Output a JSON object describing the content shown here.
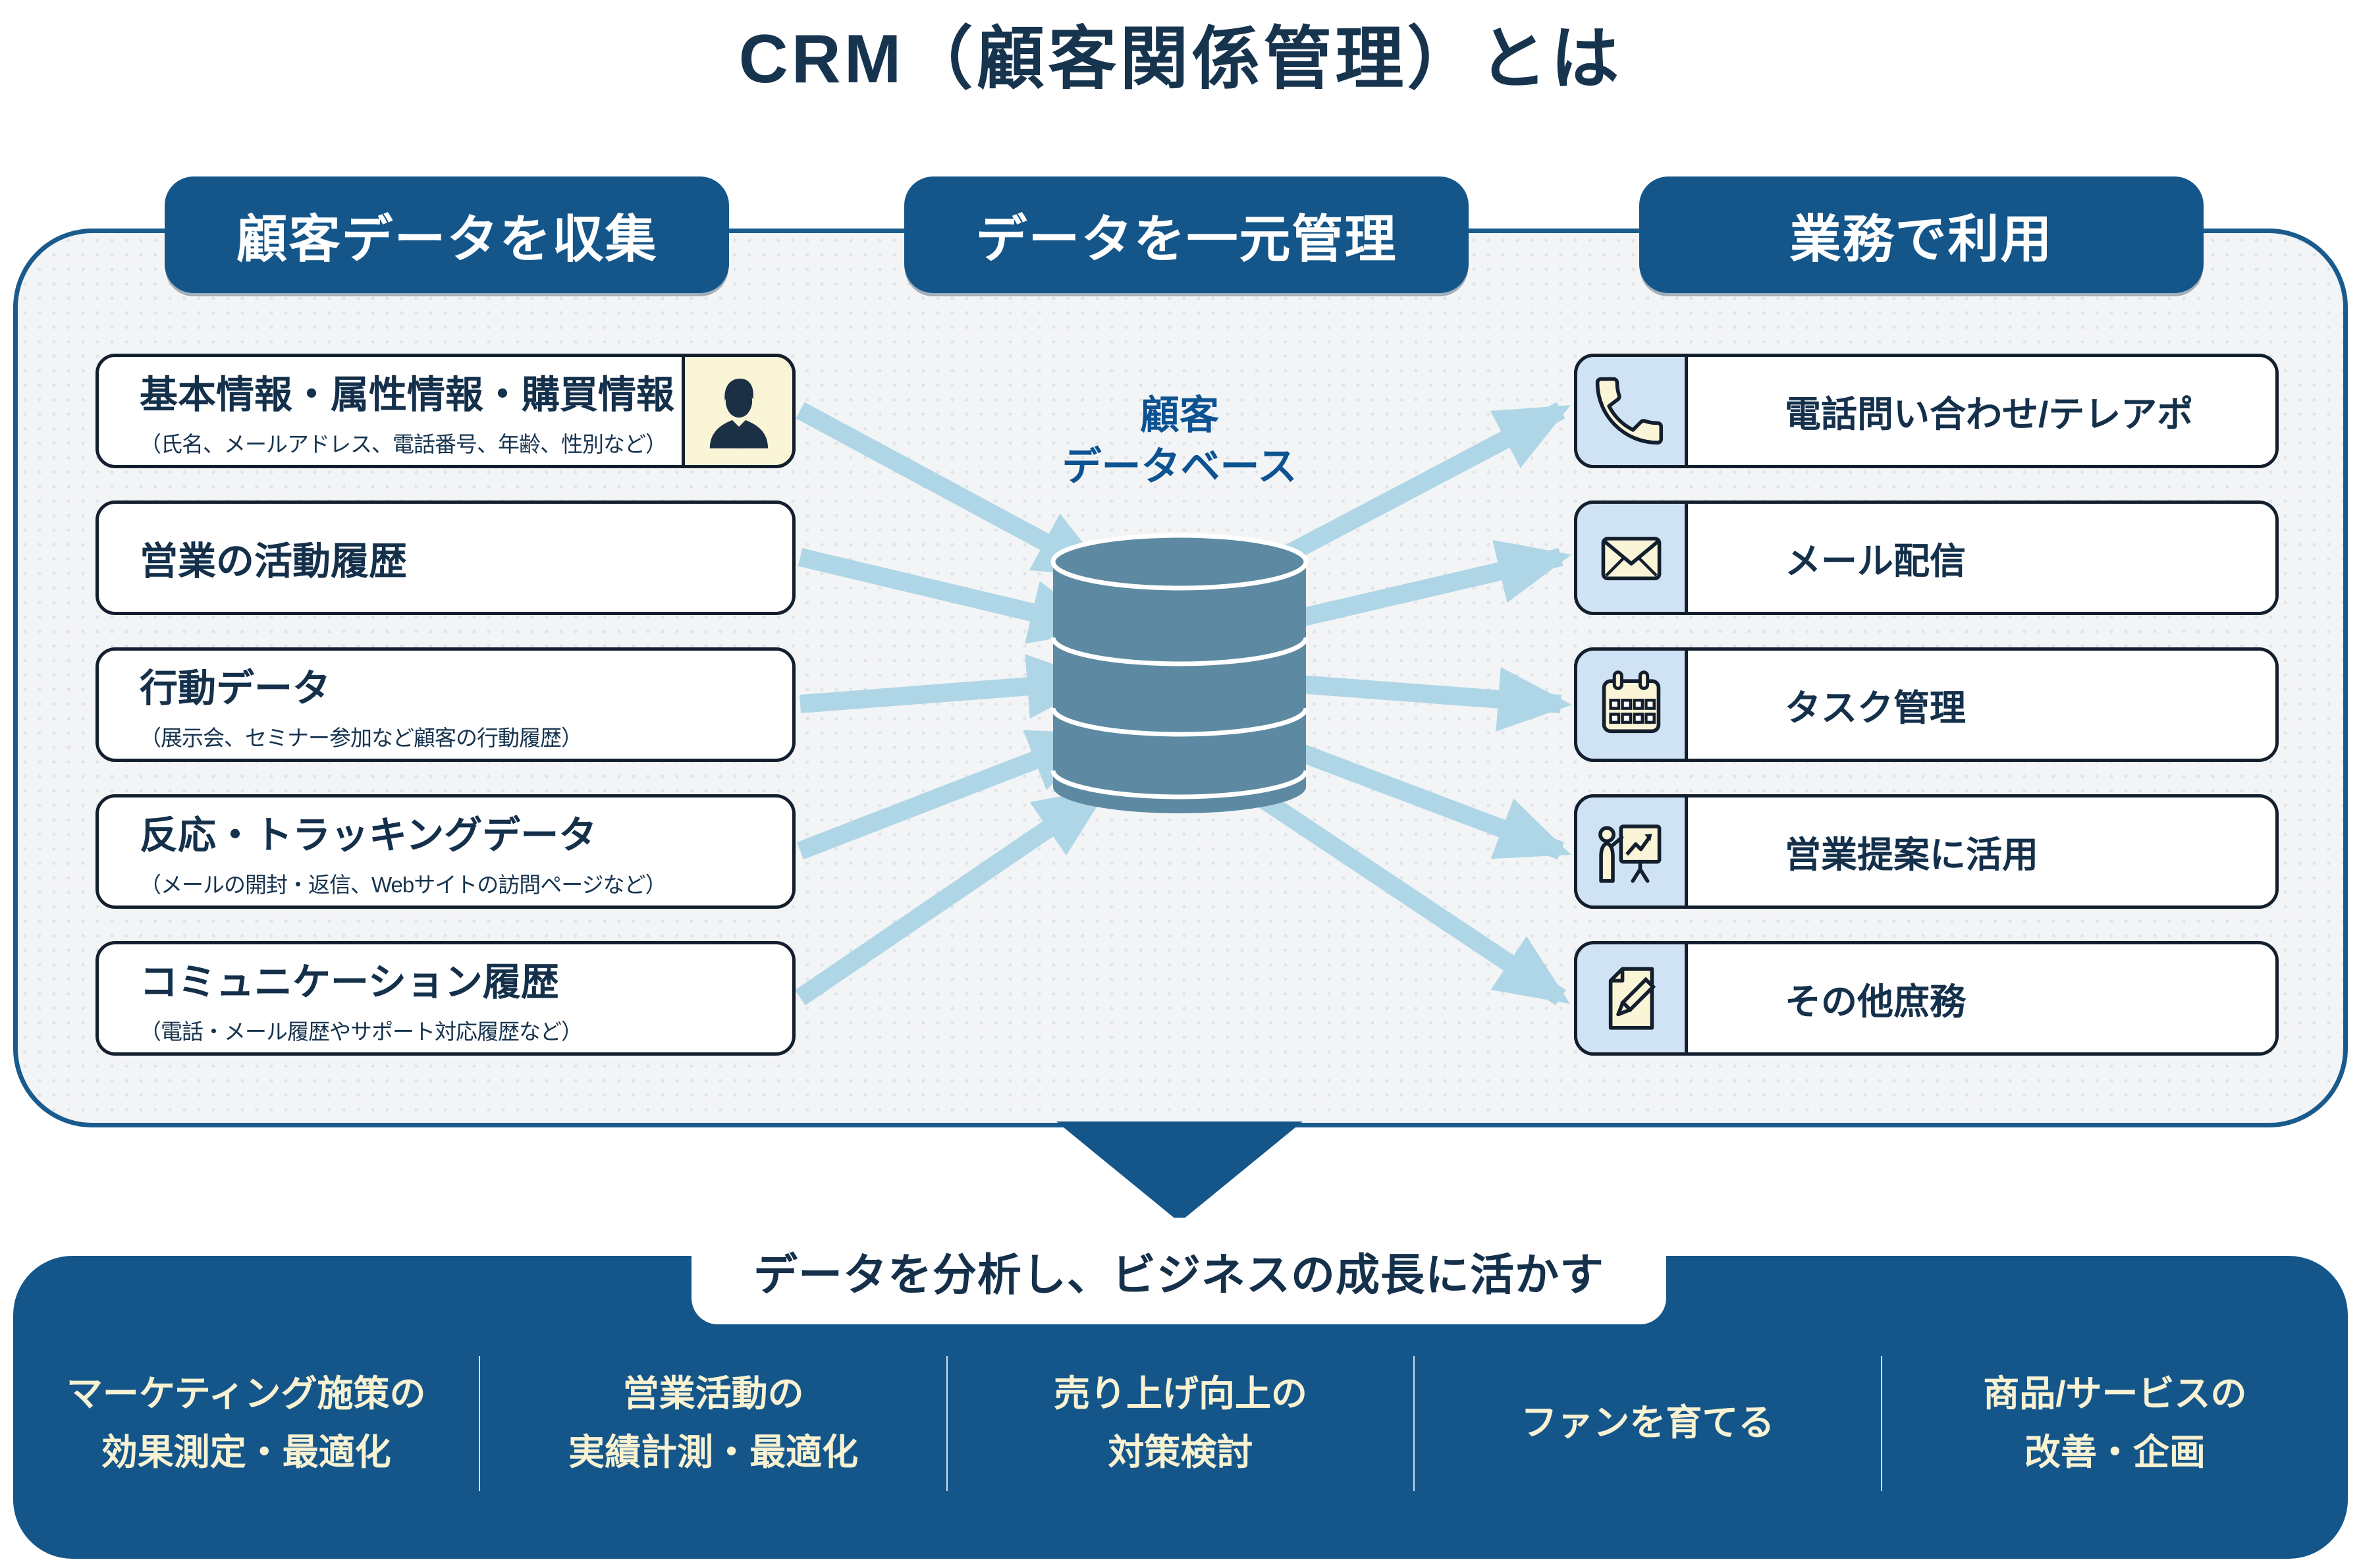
{
  "title": "CRM（顧客関係管理）とは",
  "stages": [
    {
      "label": "顧客データを収集"
    },
    {
      "label": "データを一元管理"
    },
    {
      "label": "業務で利用"
    }
  ],
  "sources": [
    {
      "title": "基本情報・属性情報・購買情報",
      "subtitle": "（氏名、メールアドレス、電話番号、年齢、性別など）",
      "icon": "businessman-icon"
    },
    {
      "title": "営業の活動履歴",
      "subtitle": ""
    },
    {
      "title": "行動データ",
      "subtitle": "（展示会、セミナー参加など顧客の行動履歴）"
    },
    {
      "title": "反応・トラッキングデータ",
      "subtitle": "（メールの開封・返信、Webサイトの訪問ページなど）"
    },
    {
      "title": "コミュニケーション履歴",
      "subtitle": "（電話・メール履歴やサポート対応履歴など）"
    }
  ],
  "database": {
    "label_line1": "顧客",
    "label_line2": "データベース",
    "icon": "database-cylinder-icon"
  },
  "uses": [
    {
      "label": "電話問い合わせ/テレアポ",
      "icon": "phone-icon"
    },
    {
      "label": "メール配信",
      "icon": "mail-icon"
    },
    {
      "label": "タスク管理",
      "icon": "calendar-icon"
    },
    {
      "label": "営業提案に活用",
      "icon": "presentation-icon"
    },
    {
      "label": "その他庶務",
      "icon": "document-pencil-icon"
    }
  ],
  "banner": {
    "label": "データを分析し、ビジネスの成長に活かす"
  },
  "outcomes": [
    {
      "line1": "マーケティング施策の",
      "line2": "効果測定・最適化"
    },
    {
      "line1": "営業活動の",
      "line2": "実績計測・最適化"
    },
    {
      "line1": "売り上げ向上の",
      "line2": "対策検討"
    },
    {
      "line1": "ファンを育てる",
      "line2": ""
    },
    {
      "line1": "商品/サービスの",
      "line2": "改善・企画"
    }
  ],
  "colors": {
    "badge_blue": "#14568a",
    "panel_border_blue": "#1a5b8d",
    "panel_gray": "#f3f4f6",
    "navy_text": "#14304b",
    "arrow_blue": "#aed6e6",
    "cylinder_teal": "#5d8aa2",
    "db_label_blue": "#0d5392",
    "icon_cream": "#fbf5d7",
    "icon_panel_blue": "#cfe3f5",
    "outcome_cream": "#f8f2d2"
  }
}
